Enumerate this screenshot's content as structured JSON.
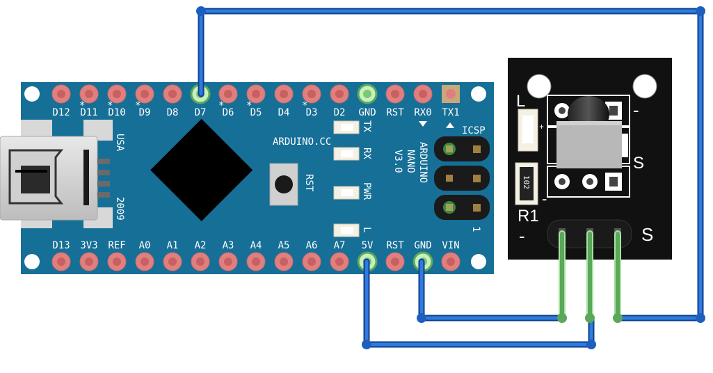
{
  "board": {
    "top_pins": [
      "D12",
      "D11",
      "D10",
      "D9",
      "D8",
      "D7",
      "D6",
      "D5",
      "D4",
      "D3",
      "D2",
      "GND",
      "RST",
      "RX0",
      "TX1"
    ],
    "bottom_pins": [
      "D13",
      "3V3",
      "REF",
      "A0",
      "A1",
      "A2",
      "A3",
      "A4",
      "A5",
      "A6",
      "A7",
      "5V",
      "RST",
      "GND",
      "VIN"
    ],
    "pwm_marks": [
      "*",
      "*",
      "*",
      "*",
      "*",
      "*"
    ],
    "name_text": "ARDUINO.CC",
    "model_lines": [
      "ARDUINO",
      "NANO",
      "V3.0"
    ],
    "origin_text": "USA",
    "year_text": "2009",
    "icsp_label": "ICSP",
    "icsp_pin_one": "1",
    "reset_label": "RST",
    "led_labels": [
      "TX",
      "RX",
      "PWR",
      "L"
    ],
    "colors": {
      "pcb": "#166f96",
      "pad": "#e07f7f",
      "chip": "#000000"
    }
  },
  "module": {
    "led_label": "L",
    "resistor_label": "R1",
    "resistor_value": "102",
    "header_minus": "-",
    "header_signal": "S",
    "pin_minus": "-",
    "pin_signal": "S",
    "plus_mark": "+",
    "resistor_minus": "-",
    "colors": {
      "pcb": "#111111"
    }
  },
  "wires": {
    "color": "#1d5fbf",
    "leg_color": "#5aa85a"
  }
}
